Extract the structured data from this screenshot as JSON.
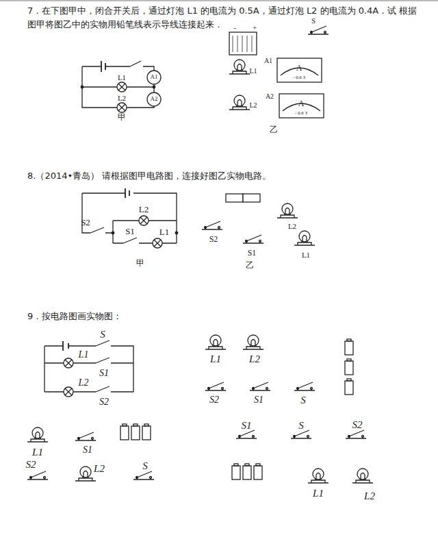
{
  "diagram": {
    "labels": [
      "7．在下图甲中，闭合开关后，通过灯泡 L1 的电流为 0.5A，通过灯泡 L2 的电流为 0.4A．试 根据图甲将图乙中的实物用铅笔线表示导线连接起来．",
      "L1",
      "A1",
      "L2",
      "A2",
      "甲",
      "-",
      "+",
      "S",
      "L1",
      "A1",
      "A",
      "- 0.6 3",
      "L2",
      "A2",
      "A",
      "- 0.6 3",
      "乙",
      "8.（2014•青岛） 请根据图甲电路图，连接好图乙实物电路。",
      "L2",
      "S2",
      "S1",
      "L1",
      "甲",
      "S2",
      "S1",
      "L2",
      "L1",
      "乙",
      "9．按电路图画实物图：",
      "S",
      "L1",
      "S1",
      "L2",
      "S2",
      "L1",
      "L2",
      "S2",
      "S1",
      "S",
      "L1",
      "S1",
      "S2",
      "L2",
      "S",
      "S1",
      "S",
      "S2",
      "L1",
      "L2"
    ]
  }
}
